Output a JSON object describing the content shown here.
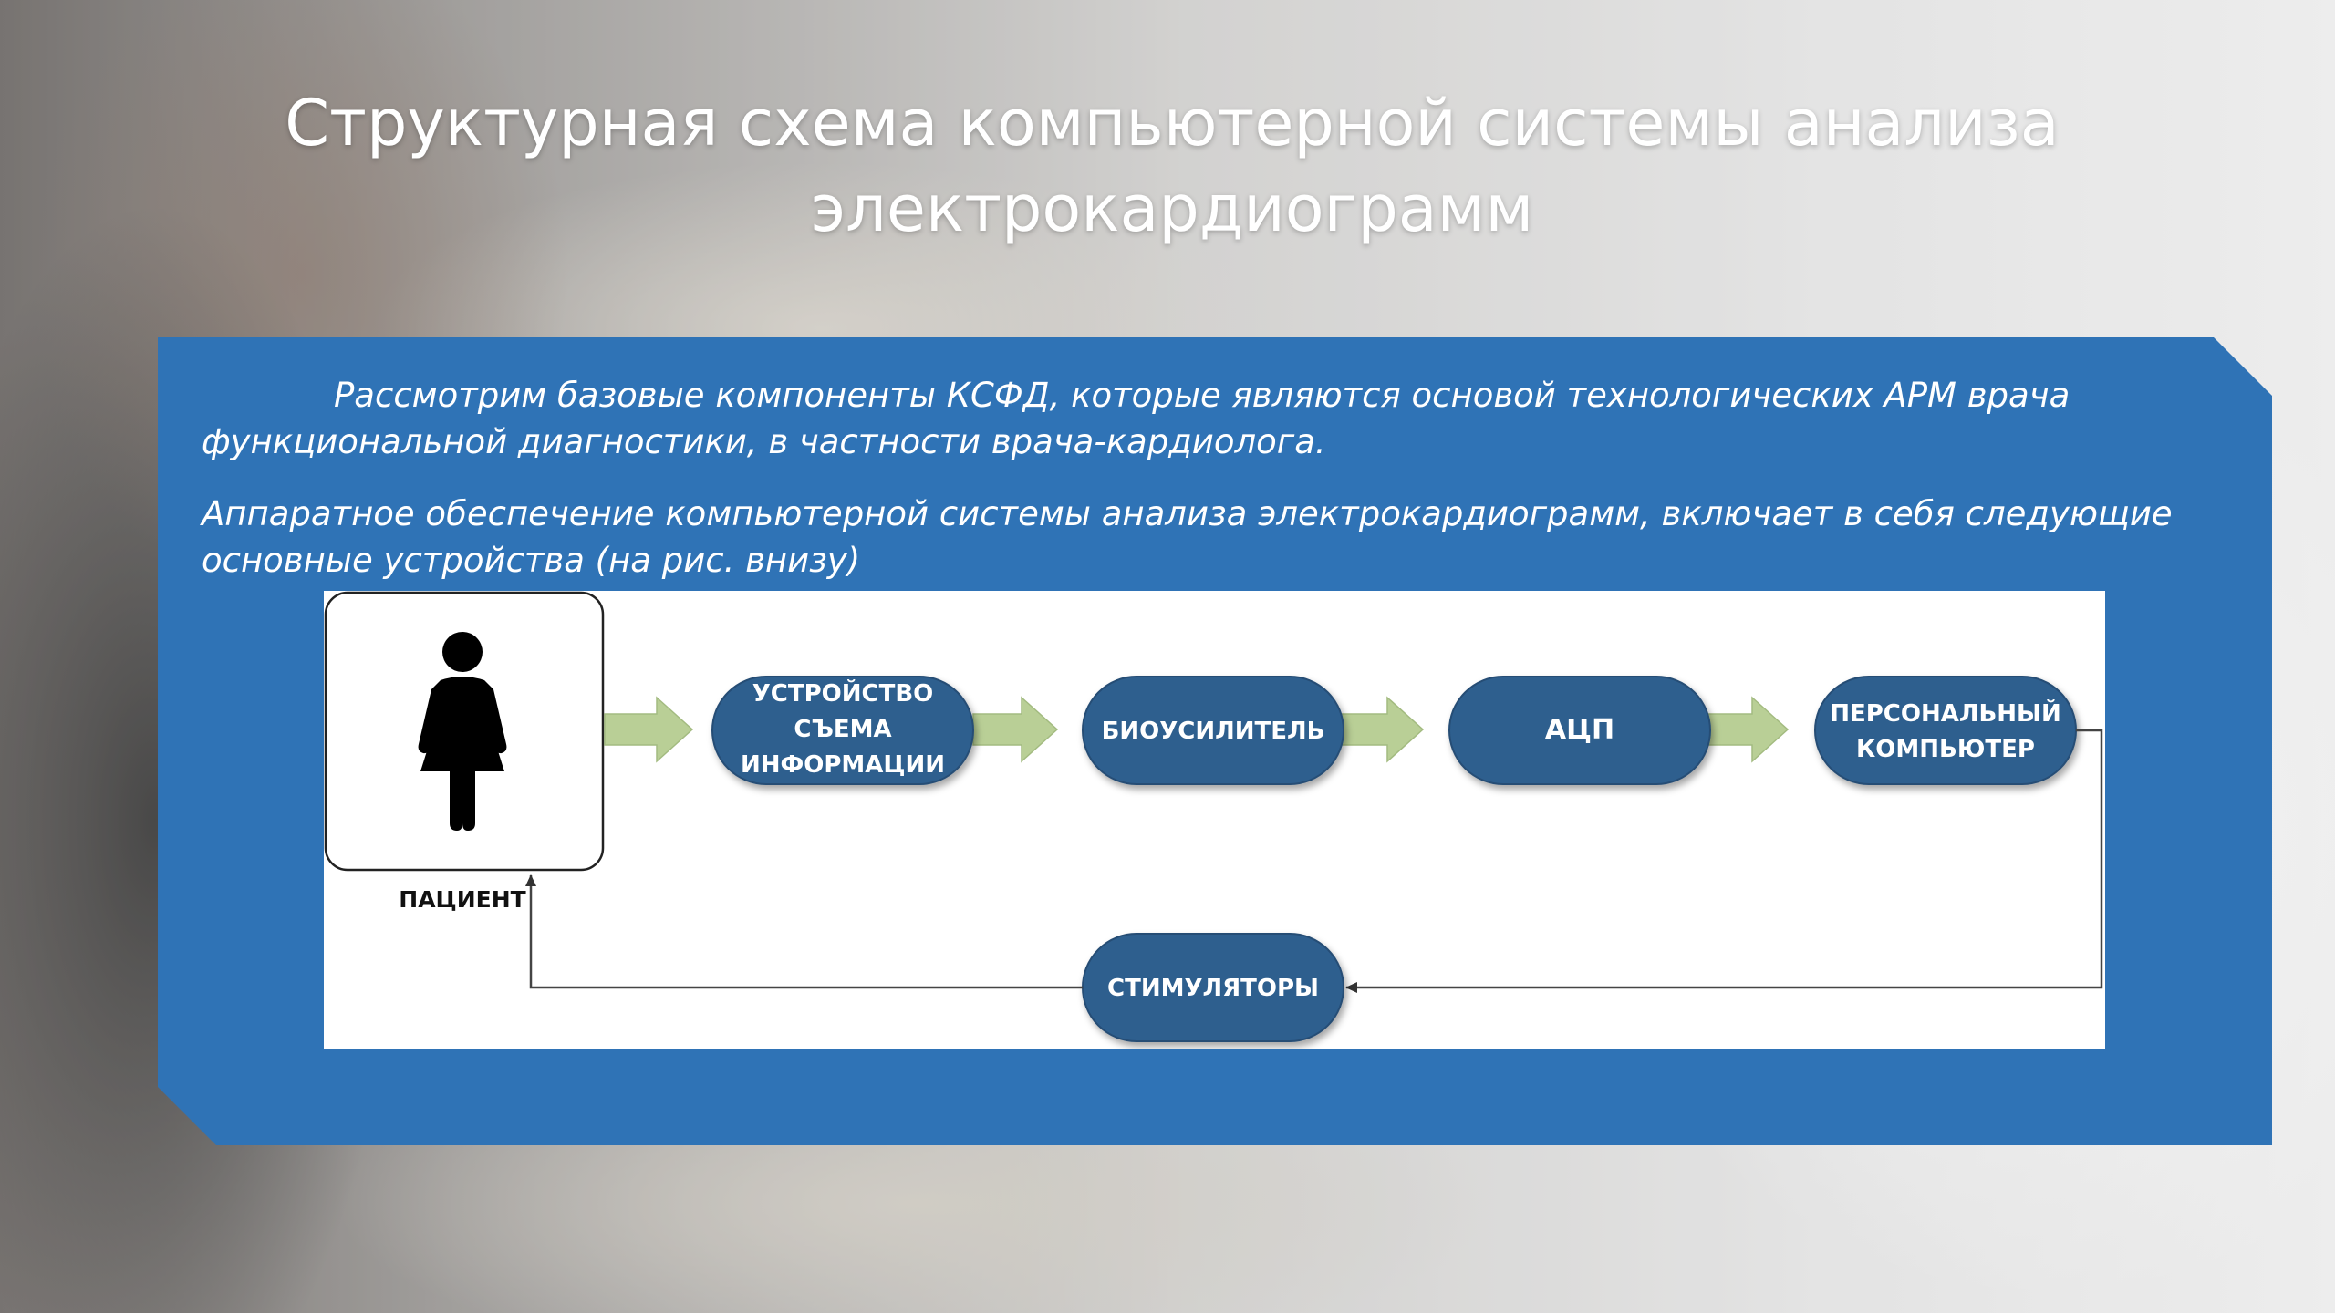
{
  "slide": {
    "title_line1": "Структурная схема компьютерной системы анализа",
    "title_line2": "электрокардиограмм"
  },
  "panel": {
    "paragraph1": "Рассмотрим базовые компоненты КСФД, которые являются основой технологических АРМ врача функциональной диагностики, в частности врача-кардиолога.",
    "paragraph2": "Аппаратное обеспечение компьютерной системы анализа электрокардиограмм, включает в себя следующие основные устройства (на рис. внизу)"
  },
  "diagram": {
    "patient_label": "ПАЦИЕНТ",
    "nodes": {
      "device_line1": "УСТРОЙСТВО",
      "device_line2": "СЪЕМА",
      "device_line3": "ИНФОРМАЦИИ",
      "bioamplifier": "БИОУСИЛИТЕЛЬ",
      "adc": "АЦП",
      "pc_line1": "ПЕРСОНАЛЬНЫЙ",
      "pc_line2": "КОМПЬЮТЕР",
      "stimulators": "СТИМУЛЯТОРЫ"
    },
    "colors": {
      "node_fill": "#2e5e8e",
      "arrow_fill": "#b9cf96",
      "panel_blue": "#2f73b6"
    },
    "icons": {
      "patient": "female-figure-icon"
    }
  }
}
